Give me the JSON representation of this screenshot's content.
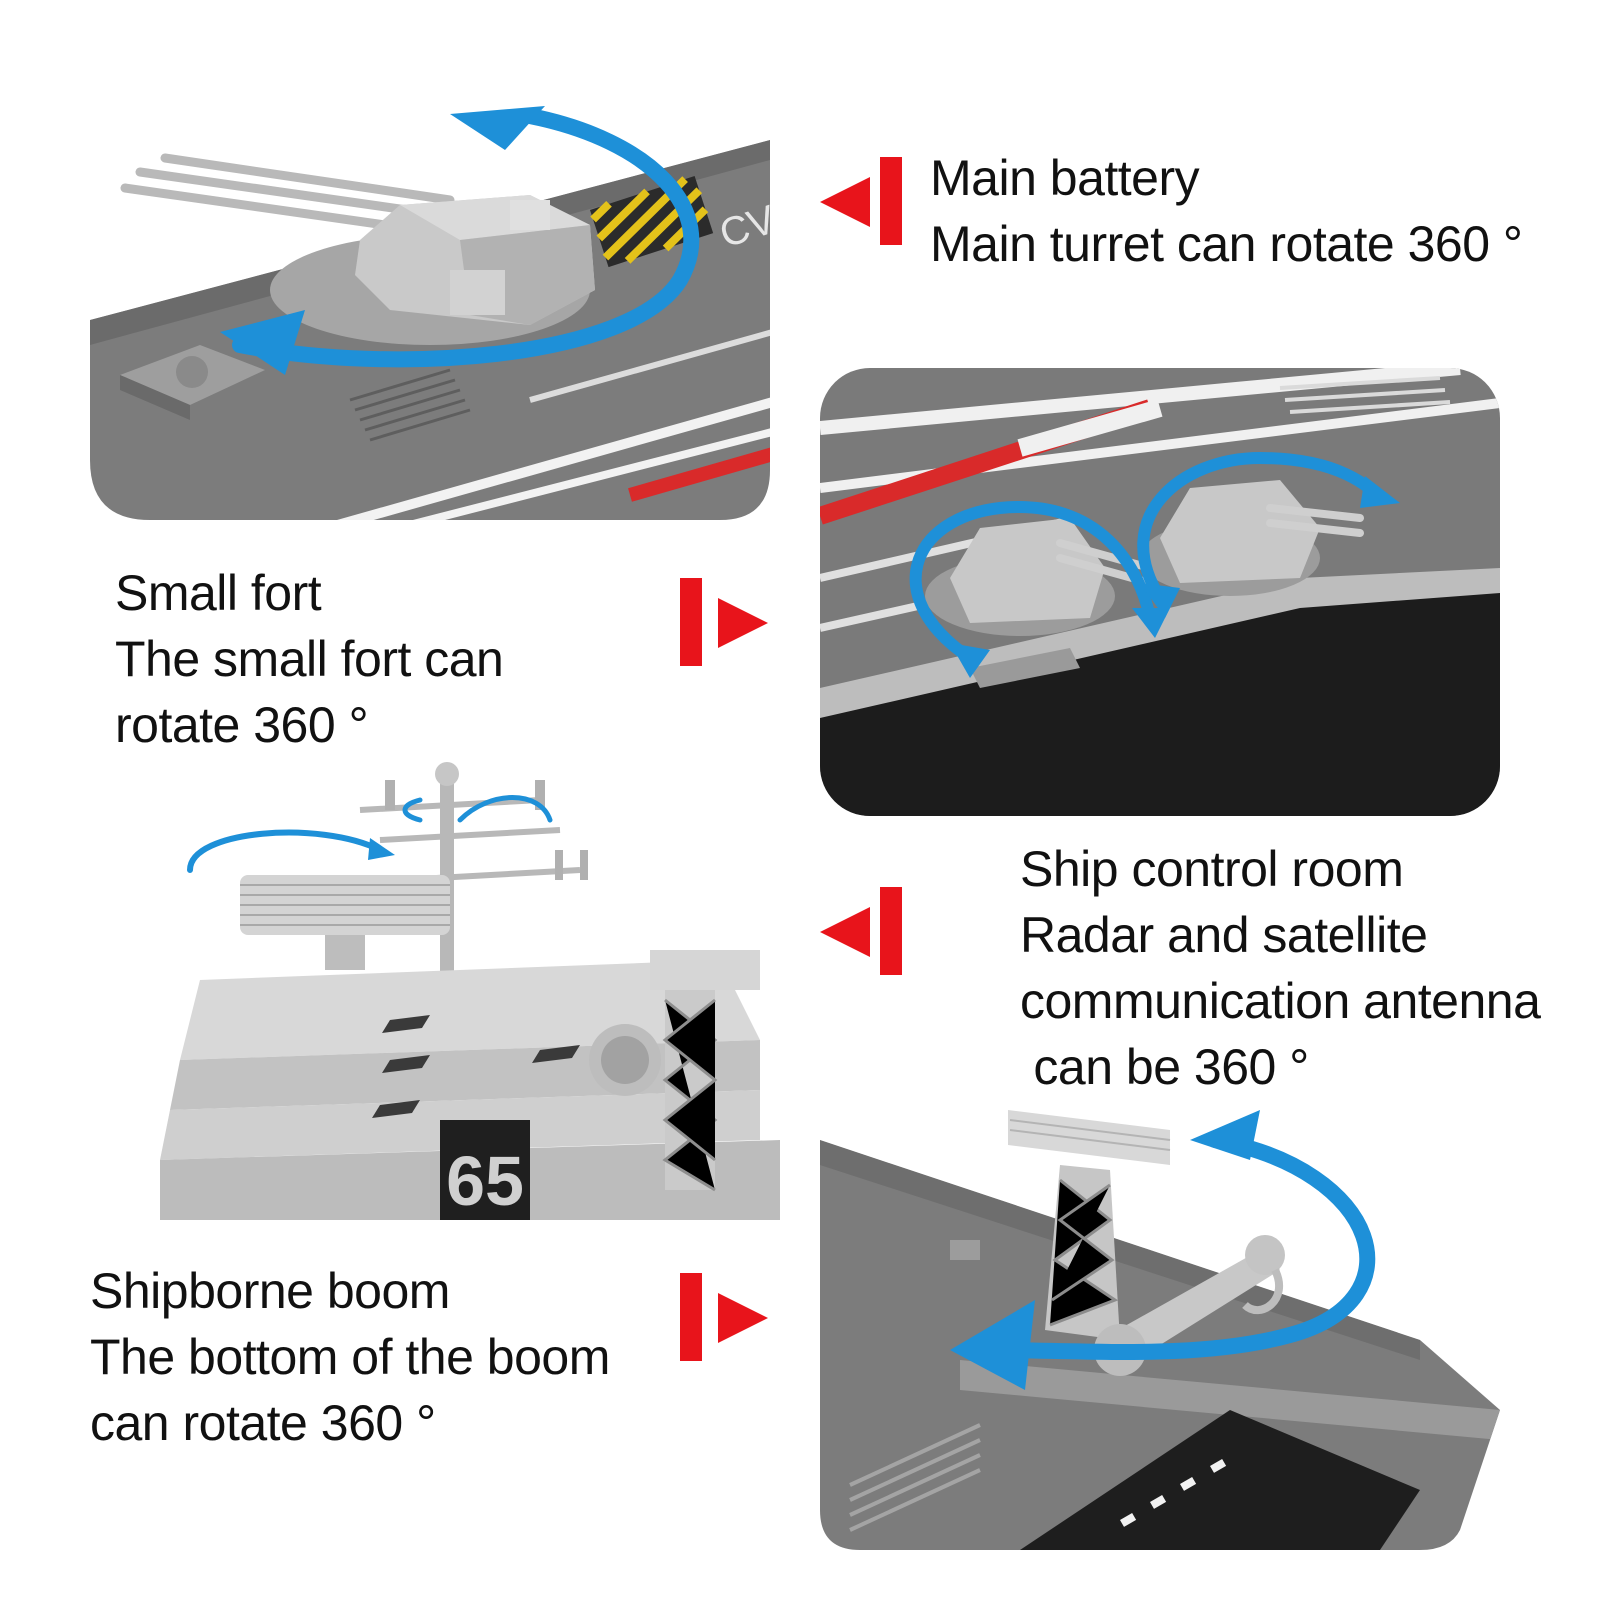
{
  "features": [
    {
      "title": "Main battery",
      "lines": [
        "Main turret can rotate 360 °"
      ],
      "marker_direction": "left"
    },
    {
      "title": "Small fort",
      "lines": [
        "The small fort can",
        "rotate 360 °"
      ],
      "marker_direction": "right"
    },
    {
      "title": "Ship control room",
      "lines": [
        "Radar and satellite",
        "communication antenna",
        " can be 360 °"
      ],
      "marker_direction": "left"
    },
    {
      "title": "Shipborne boom",
      "lines": [
        "The bottom of the boom",
        "can rotate 360 °"
      ],
      "marker_direction": "right"
    }
  ],
  "panels": {
    "main_battery": {
      "deck_marking": "CV"
    },
    "control_room": {
      "hull_number": "65"
    }
  },
  "colors": {
    "marker_red": "#e8141b",
    "rotation_arrow_blue": "#1e90d8",
    "deck_gray": "#808080",
    "model_light_gray": "#c4c4c4",
    "hull_dark": "#1c1c1c",
    "stripe_red": "#d92a2a"
  }
}
